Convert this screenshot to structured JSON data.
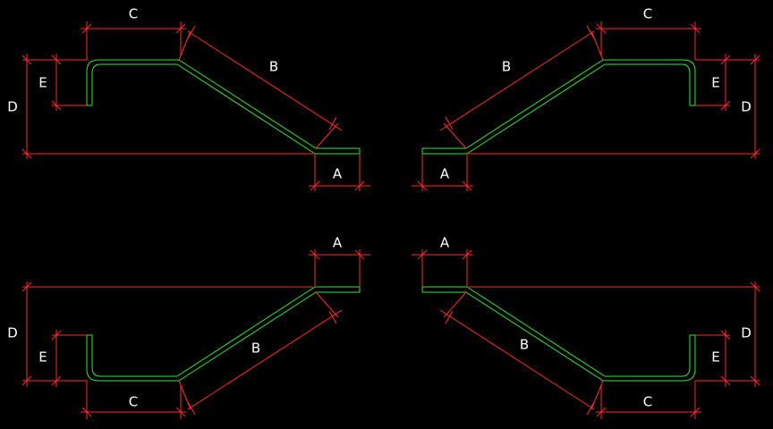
{
  "colors": {
    "background": "#000000",
    "dimension": "#ff2a2a",
    "bar": "#2ee82e",
    "text": "#ffffff"
  },
  "labels": {
    "a": "A",
    "b": "B",
    "c": "C",
    "d": "D",
    "e": "E"
  }
}
